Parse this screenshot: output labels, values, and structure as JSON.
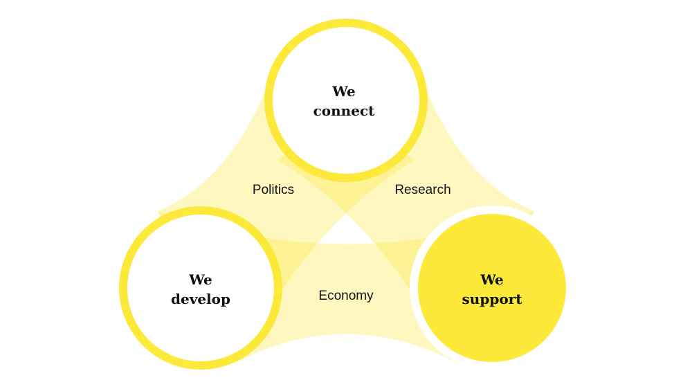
{
  "colors": {
    "accent": "#fce93a",
    "band": "#fce93a",
    "white": "#ffffff"
  },
  "circles": [
    {
      "id": "connect",
      "line1": "We",
      "line2": "connect"
    },
    {
      "id": "develop",
      "line1": "We",
      "line2": "develop"
    },
    {
      "id": "support",
      "line1": "We",
      "line2": "support"
    }
  ],
  "bands": [
    {
      "id": "politics",
      "label": "Politics"
    },
    {
      "id": "research",
      "label": "Research"
    },
    {
      "id": "economy",
      "label": "Economy"
    }
  ]
}
